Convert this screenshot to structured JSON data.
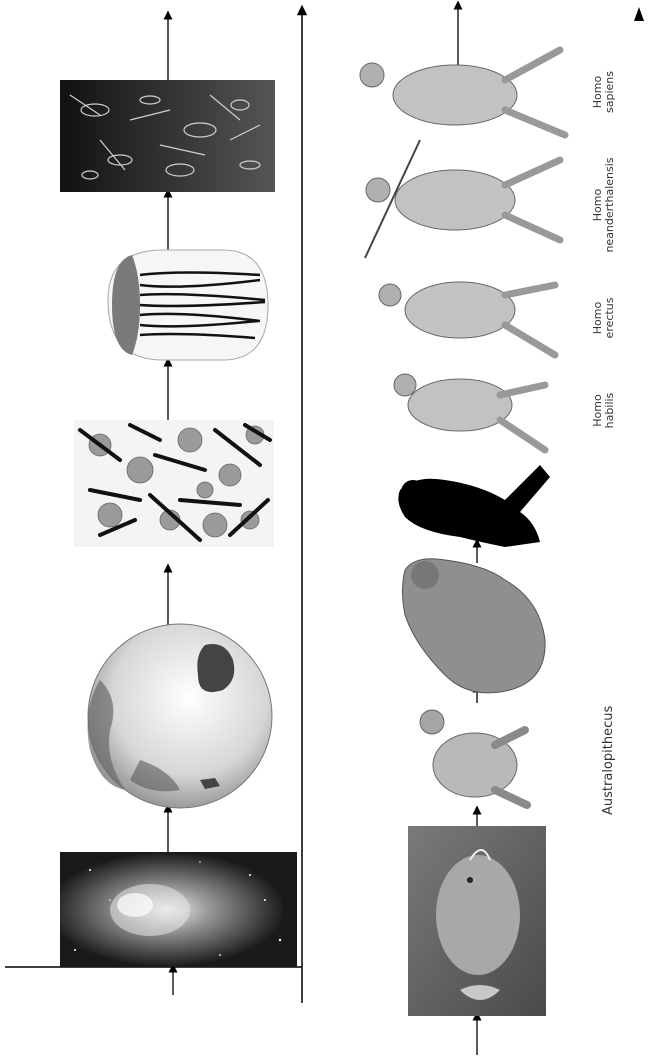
{
  "labels": {
    "australopithecus": "Australopithecus",
    "homo_habilis_1": "Homo",
    "homo_habilis_2": "habilis",
    "homo_erectus_1": "Homo",
    "homo_erectus_2": "erectus",
    "homo_neanderthalensis_1": "Homo",
    "homo_neanderthalensis_2": "neanderthalensis",
    "homo_sapiens_1": "Homo",
    "homo_sapiens_2": "sapiens"
  },
  "images": {
    "left_column": [
      "galaxy-image",
      "earth-globe-image",
      "cells-image",
      "jellyfish-image",
      "plankton-image"
    ],
    "right_column": [
      "fish-image",
      "australopithecus-figure",
      "gorilla-figure",
      "silhouette-figure",
      "homo-habilis-figure",
      "homo-erectus-figure",
      "homo-neanderthalensis-figure",
      "homo-sapiens-figure"
    ]
  },
  "colors": {
    "line": "#000000",
    "photo_dark": "#1c1c1c",
    "photo_mid": "#8a8a8a",
    "figure": "#b9b9b9"
  }
}
